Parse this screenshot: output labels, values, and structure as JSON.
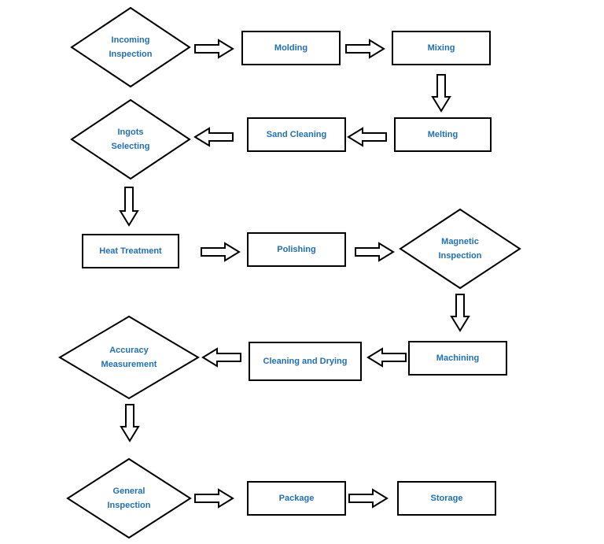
{
  "colors": {
    "label": "#1f6fb5",
    "stroke": "#000000",
    "fill": "#ffffff"
  },
  "nodes": {
    "incoming_inspection": {
      "shape": "diamond",
      "lines": [
        "Incoming",
        "Inspection"
      ]
    },
    "molding": {
      "shape": "rect",
      "lines": [
        "Molding"
      ]
    },
    "mixing": {
      "shape": "rect",
      "lines": [
        "Mixing"
      ]
    },
    "melting": {
      "shape": "rect",
      "lines": [
        "Melting"
      ]
    },
    "sand_cleaning": {
      "shape": "rect",
      "lines": [
        "Sand Cleaning"
      ]
    },
    "ingots_selecting": {
      "shape": "diamond",
      "lines": [
        "Ingots",
        "Selecting"
      ]
    },
    "heat_treatment": {
      "shape": "rect",
      "lines": [
        "Heat Treatment"
      ]
    },
    "polishing": {
      "shape": "rect",
      "lines": [
        "Polishing"
      ]
    },
    "magnetic_inspection": {
      "shape": "diamond",
      "lines": [
        "Magnetic",
        "Inspection"
      ]
    },
    "machining": {
      "shape": "rect",
      "lines": [
        "Machining"
      ]
    },
    "cleaning_and_drying": {
      "shape": "rect",
      "lines": [
        "Cleaning and Drying"
      ]
    },
    "accuracy_measurement": {
      "shape": "diamond",
      "lines": [
        "Accuracy",
        "Measurement"
      ]
    },
    "general_inspection": {
      "shape": "diamond",
      "lines": [
        "General",
        "Inspection"
      ]
    },
    "package": {
      "shape": "rect",
      "lines": [
        "Package"
      ]
    },
    "storage": {
      "shape": "rect",
      "lines": [
        "Storage"
      ]
    }
  },
  "edges": [
    {
      "from": "incoming_inspection",
      "to": "molding",
      "direction": "right"
    },
    {
      "from": "molding",
      "to": "mixing",
      "direction": "right"
    },
    {
      "from": "mixing",
      "to": "melting",
      "direction": "down"
    },
    {
      "from": "melting",
      "to": "sand_cleaning",
      "direction": "left"
    },
    {
      "from": "sand_cleaning",
      "to": "ingots_selecting",
      "direction": "left"
    },
    {
      "from": "ingots_selecting",
      "to": "heat_treatment",
      "direction": "down"
    },
    {
      "from": "heat_treatment",
      "to": "polishing",
      "direction": "right"
    },
    {
      "from": "polishing",
      "to": "magnetic_inspection",
      "direction": "right"
    },
    {
      "from": "magnetic_inspection",
      "to": "machining",
      "direction": "down"
    },
    {
      "from": "machining",
      "to": "cleaning_and_drying",
      "direction": "left"
    },
    {
      "from": "cleaning_and_drying",
      "to": "accuracy_measurement",
      "direction": "left"
    },
    {
      "from": "accuracy_measurement",
      "to": "general_inspection",
      "direction": "down"
    },
    {
      "from": "general_inspection",
      "to": "package",
      "direction": "right"
    },
    {
      "from": "package",
      "to": "storage",
      "direction": "right"
    }
  ]
}
